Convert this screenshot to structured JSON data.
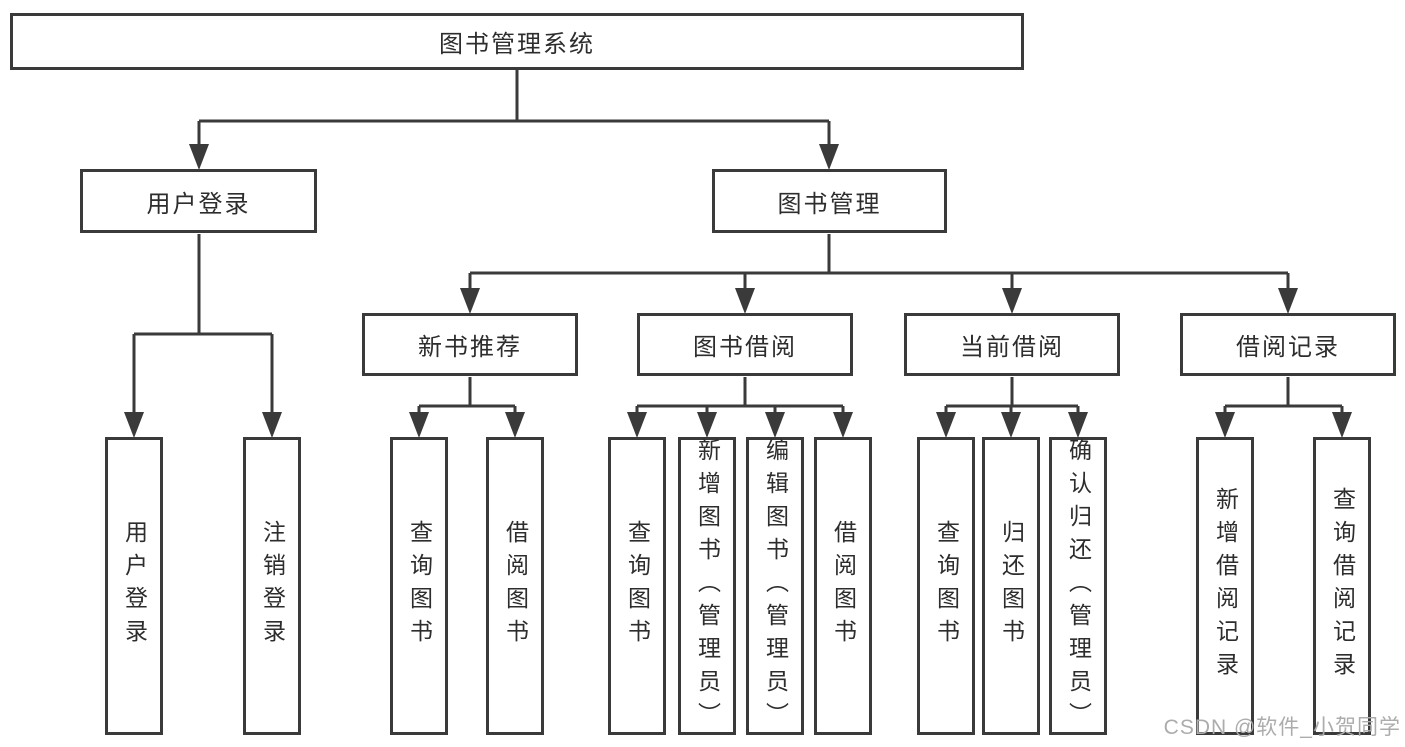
{
  "diagram": {
    "root": {
      "label": "图书管理系统"
    },
    "branches": [
      {
        "label": "用户登录",
        "children": [
          {
            "label": "用户登录"
          },
          {
            "label": "注销登录"
          }
        ]
      },
      {
        "label": "图书管理",
        "children": [
          {
            "label": "新书推荐",
            "children": [
              {
                "label": "查询图书"
              },
              {
                "label": "借阅图书"
              }
            ]
          },
          {
            "label": "图书借阅",
            "children": [
              {
                "label": "查询图书"
              },
              {
                "label": "新增图书（管理员）"
              },
              {
                "label": "编辑图书（管理员）"
              },
              {
                "label": "借阅图书"
              }
            ]
          },
          {
            "label": "当前借阅",
            "children": [
              {
                "label": "查询图书"
              },
              {
                "label": "归还图书"
              },
              {
                "label": "确认归还（管理员）"
              }
            ]
          },
          {
            "label": "借阅记录",
            "children": [
              {
                "label": "新增借阅记录"
              },
              {
                "label": "查询借阅记录"
              }
            ]
          }
        ]
      }
    ]
  },
  "watermark": {
    "text": "CSDN @软件_小贺同学"
  },
  "colors": {
    "line": "#3a3a3a",
    "text": "#2d2d2d",
    "watermark": "#acacac",
    "background": "#ffffff"
  }
}
